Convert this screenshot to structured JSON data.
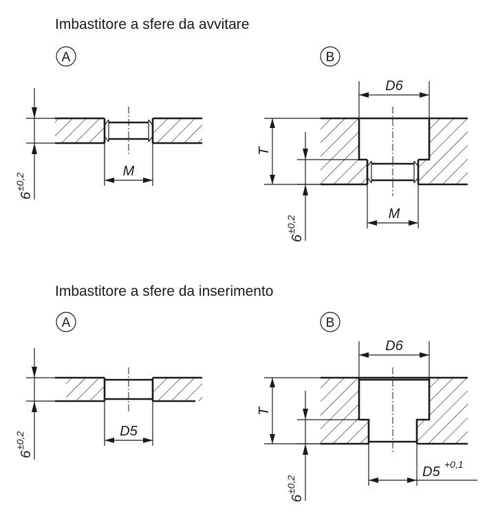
{
  "sections": [
    {
      "title": "Imbastitore a sfere da avvitare",
      "variant_a": {
        "badge": "A",
        "width_label": "M",
        "depth_label": "6",
        "depth_tol": "±0,2"
      },
      "variant_b": {
        "badge": "B",
        "top_width_label": "D6",
        "bottom_width_label": "M",
        "t_label": "T",
        "depth_label": "6",
        "depth_tol": "±0,2"
      }
    },
    {
      "title": "Imbastitore a sfere da inserimento",
      "variant_a": {
        "badge": "A",
        "width_label": "D5",
        "depth_label": "6",
        "depth_tol": "±0,2"
      },
      "variant_b": {
        "badge": "B",
        "top_width_label": "D6",
        "bottom_width_label": "D5",
        "bottom_width_tol": "+0,1",
        "t_label": "T",
        "depth_label": "6",
        "depth_tol": "±0,2"
      }
    }
  ]
}
